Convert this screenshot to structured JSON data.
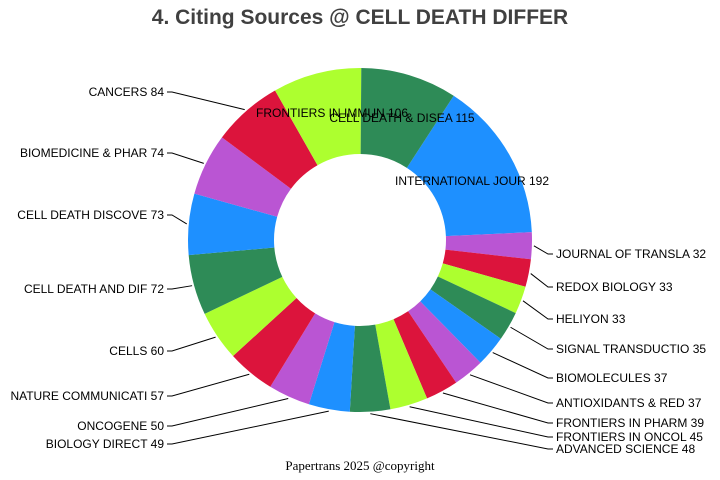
{
  "chart_data": {
    "type": "pie",
    "donut": true,
    "title": "4. Citing Sources @ CELL DEATH DIFFER",
    "footer": "Papertrans 2025 @copyright",
    "slices": [
      {
        "label": "INTERNATIONAL JOUR",
        "value": 192,
        "color": "#1E90FF"
      },
      {
        "label": "JOURNAL OF TRANSLA",
        "value": 32,
        "color": "#BA55D3"
      },
      {
        "label": "REDOX BIOLOGY",
        "value": 33,
        "color": "#DC143C"
      },
      {
        "label": "HELIYON",
        "value": 33,
        "color": "#ADFF2F"
      },
      {
        "label": "SIGNAL TRANSDUCTIO",
        "value": 35,
        "color": "#2E8B57"
      },
      {
        "label": "BIOMOLECULES",
        "value": 37,
        "color": "#1E90FF"
      },
      {
        "label": "ANTIOXIDANTS & RED",
        "value": 37,
        "color": "#BA55D3"
      },
      {
        "label": "FRONTIERS IN PHARM",
        "value": 39,
        "color": "#DC143C"
      },
      {
        "label": "FRONTIERS IN ONCOL",
        "value": 45,
        "color": "#ADFF2F"
      },
      {
        "label": "ADVANCED SCIENCE",
        "value": 48,
        "color": "#2E8B57"
      },
      {
        "label": "BIOLOGY DIRECT",
        "value": 49,
        "color": "#1E90FF"
      },
      {
        "label": "ONCOGENE",
        "value": 50,
        "color": "#BA55D3"
      },
      {
        "label": "NATURE COMMUNICATI",
        "value": 57,
        "color": "#DC143C"
      },
      {
        "label": "CELLS",
        "value": 60,
        "color": "#ADFF2F"
      },
      {
        "label": "CELL DEATH AND DIF",
        "value": 72,
        "color": "#2E8B57"
      },
      {
        "label": "CELL DEATH DISCOVE",
        "value": 73,
        "color": "#1E90FF"
      },
      {
        "label": "BIOMEDICINE & PHAR",
        "value": 74,
        "color": "#BA55D3"
      },
      {
        "label": "CANCERS",
        "value": 84,
        "color": "#DC143C"
      },
      {
        "label": "FRONTIERS IN IMMUN",
        "value": 106,
        "color": "#ADFF2F"
      },
      {
        "label": "CELL DEATH & DISEA",
        "value": 115,
        "color": "#2E8B57"
      }
    ]
  }
}
